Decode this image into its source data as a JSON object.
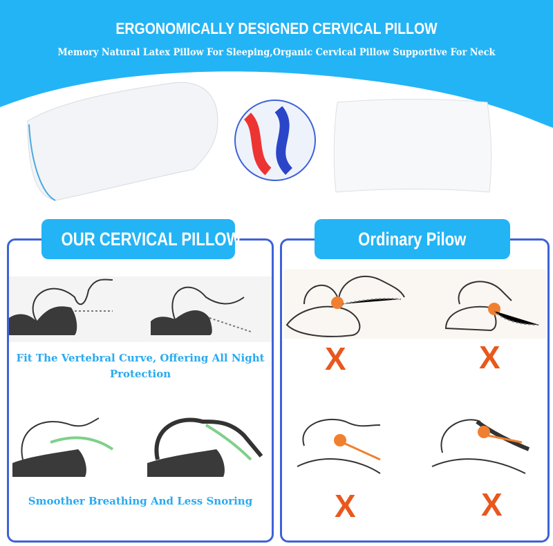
{
  "header": {
    "title": "ERGONOMICALLY DESIGNED CERVICAL PILLOW",
    "subtitle": "Memory Natural Latex Pillow For Sleeping,Organic Cervical Pillow Supportive For Neck"
  },
  "colors": {
    "brand": "#23b4f5",
    "panel_border": "#3d62d8",
    "cross": "#e8581c",
    "caption": "#2aaaf0"
  },
  "left_panel": {
    "label": "OUR CERVICAL PILLOW",
    "caption_1_line_1": "Fit The Vertebral Curve, Offering All Night",
    "caption_1_line_2": "Protection",
    "caption_2": "Smoother Breathing And Less Snoring"
  },
  "right_panel": {
    "label": "Ordinary Pilow",
    "mark": "X"
  }
}
